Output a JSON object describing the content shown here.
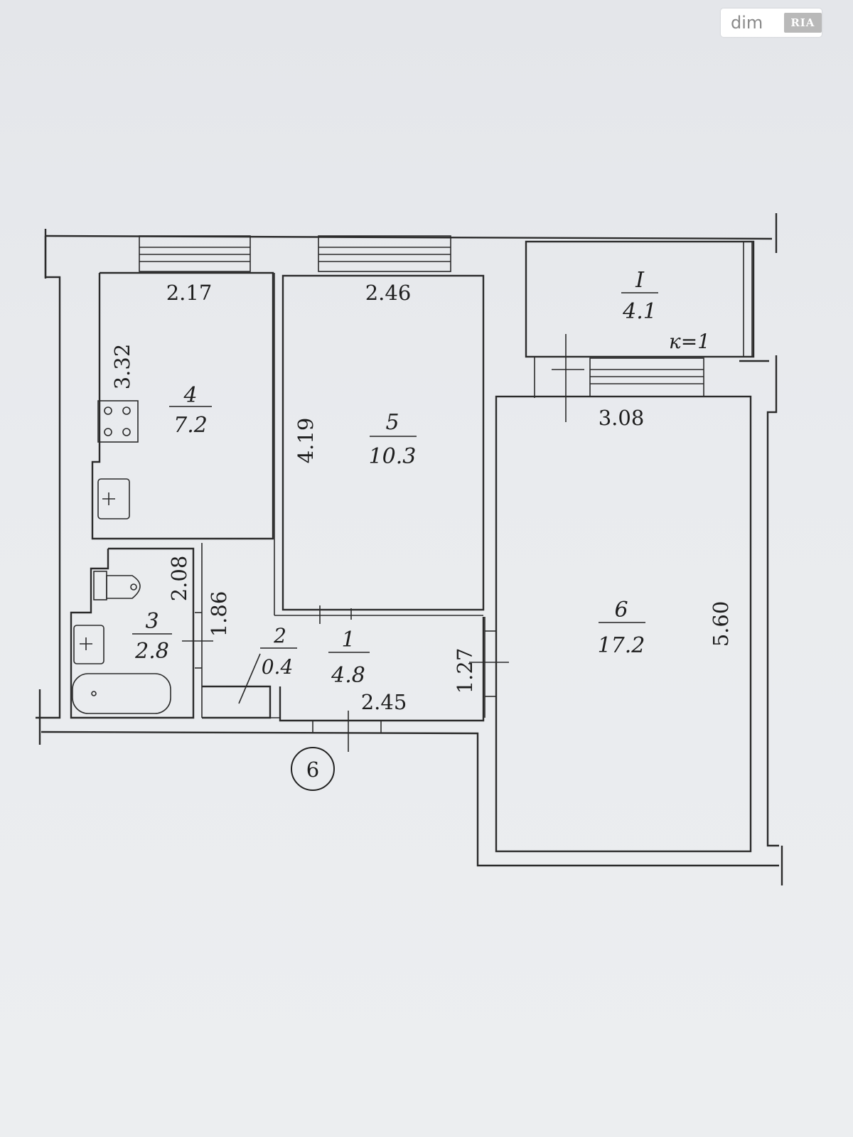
{
  "watermark": {
    "text": "dim",
    "logo_text": "RIA"
  },
  "rooms": [
    {
      "id": "4",
      "area": "7.2"
    },
    {
      "id": "5",
      "area": "10.3"
    },
    {
      "id": "I",
      "area": "4.1"
    },
    {
      "id": "6",
      "area": "17.2"
    },
    {
      "id": "3",
      "area": "2.8"
    },
    {
      "id": "2",
      "area": "0.4"
    },
    {
      "id": "1",
      "area": "4.8"
    }
  ],
  "balcony_coefficient": "к=1",
  "dimensions": {
    "kitchen_width": "2.17",
    "kitchen_length": "3.32",
    "room5_width": "2.46",
    "room5_length": "4.19",
    "room6_width": "3.08",
    "room6_length": "5.60",
    "bath_length": "2.08",
    "bath_width": "1.86",
    "hall_width": "1.27",
    "hall_length": "2.45"
  },
  "axis_marker": "6"
}
